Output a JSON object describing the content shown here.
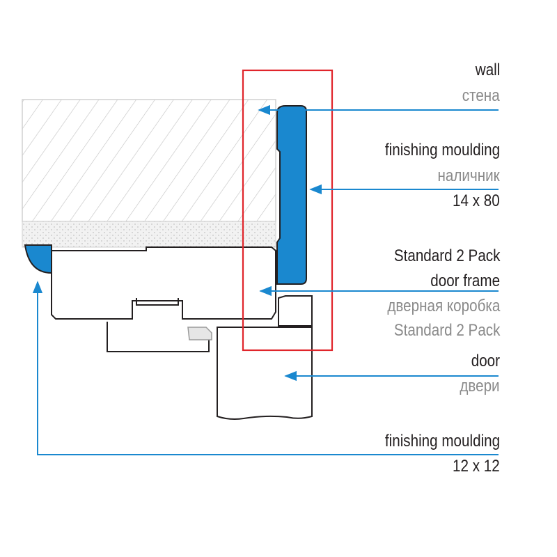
{
  "labels": {
    "wall": {
      "en": "wall",
      "ru": "стена"
    },
    "finishing_moulding_large": {
      "en": "finishing moulding",
      "ru": "наличник",
      "size": "14 x 80"
    },
    "door_frame": {
      "en_line1": "Standard 2 Pack",
      "en_line2": "door frame",
      "ru_line1": "дверная коробка",
      "ru_line2": "Standard 2 Pack"
    },
    "door": {
      "en": "door",
      "ru": "двери"
    },
    "finishing_moulding_small": {
      "en": "finishing moulding",
      "size": "12 x 12"
    }
  },
  "colors": {
    "leader": "#1a88cf",
    "moulding_fill": "#1a88cf",
    "highlight_frame": "#e0252b",
    "outline": "#231f20",
    "hatch": "#b8b8b8"
  }
}
